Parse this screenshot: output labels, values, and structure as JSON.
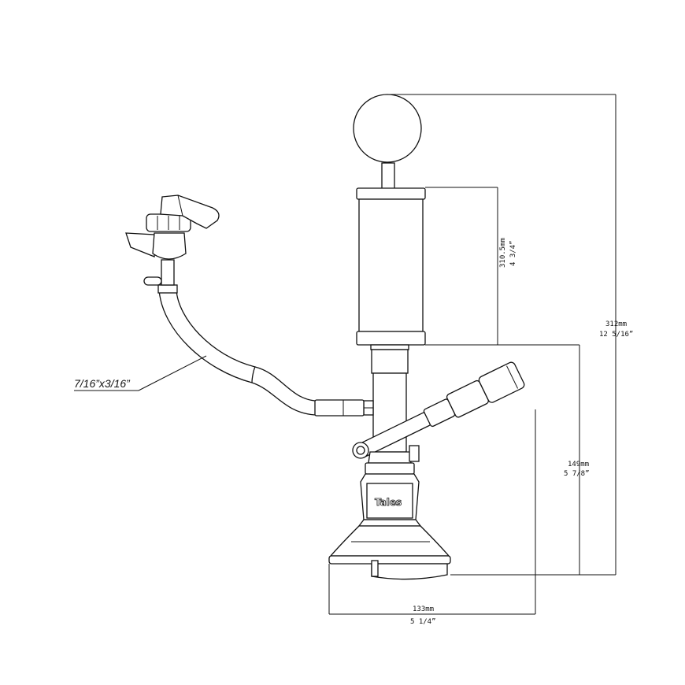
{
  "brand_logo_text": "Tales",
  "hose_callout": "7/16”x3/16”",
  "dimensions": {
    "overall_height": {
      "metric": "312mm",
      "imperial": "12 5/16”"
    },
    "cylinder_height": {
      "metric": "310.5mm",
      "imperial": "4 3/4”"
    },
    "base_to_cylinder": {
      "metric": "149mm",
      "imperial": "5 7/8”"
    },
    "base_width": {
      "metric": "133mm",
      "imperial": "5 1/4”"
    }
  }
}
